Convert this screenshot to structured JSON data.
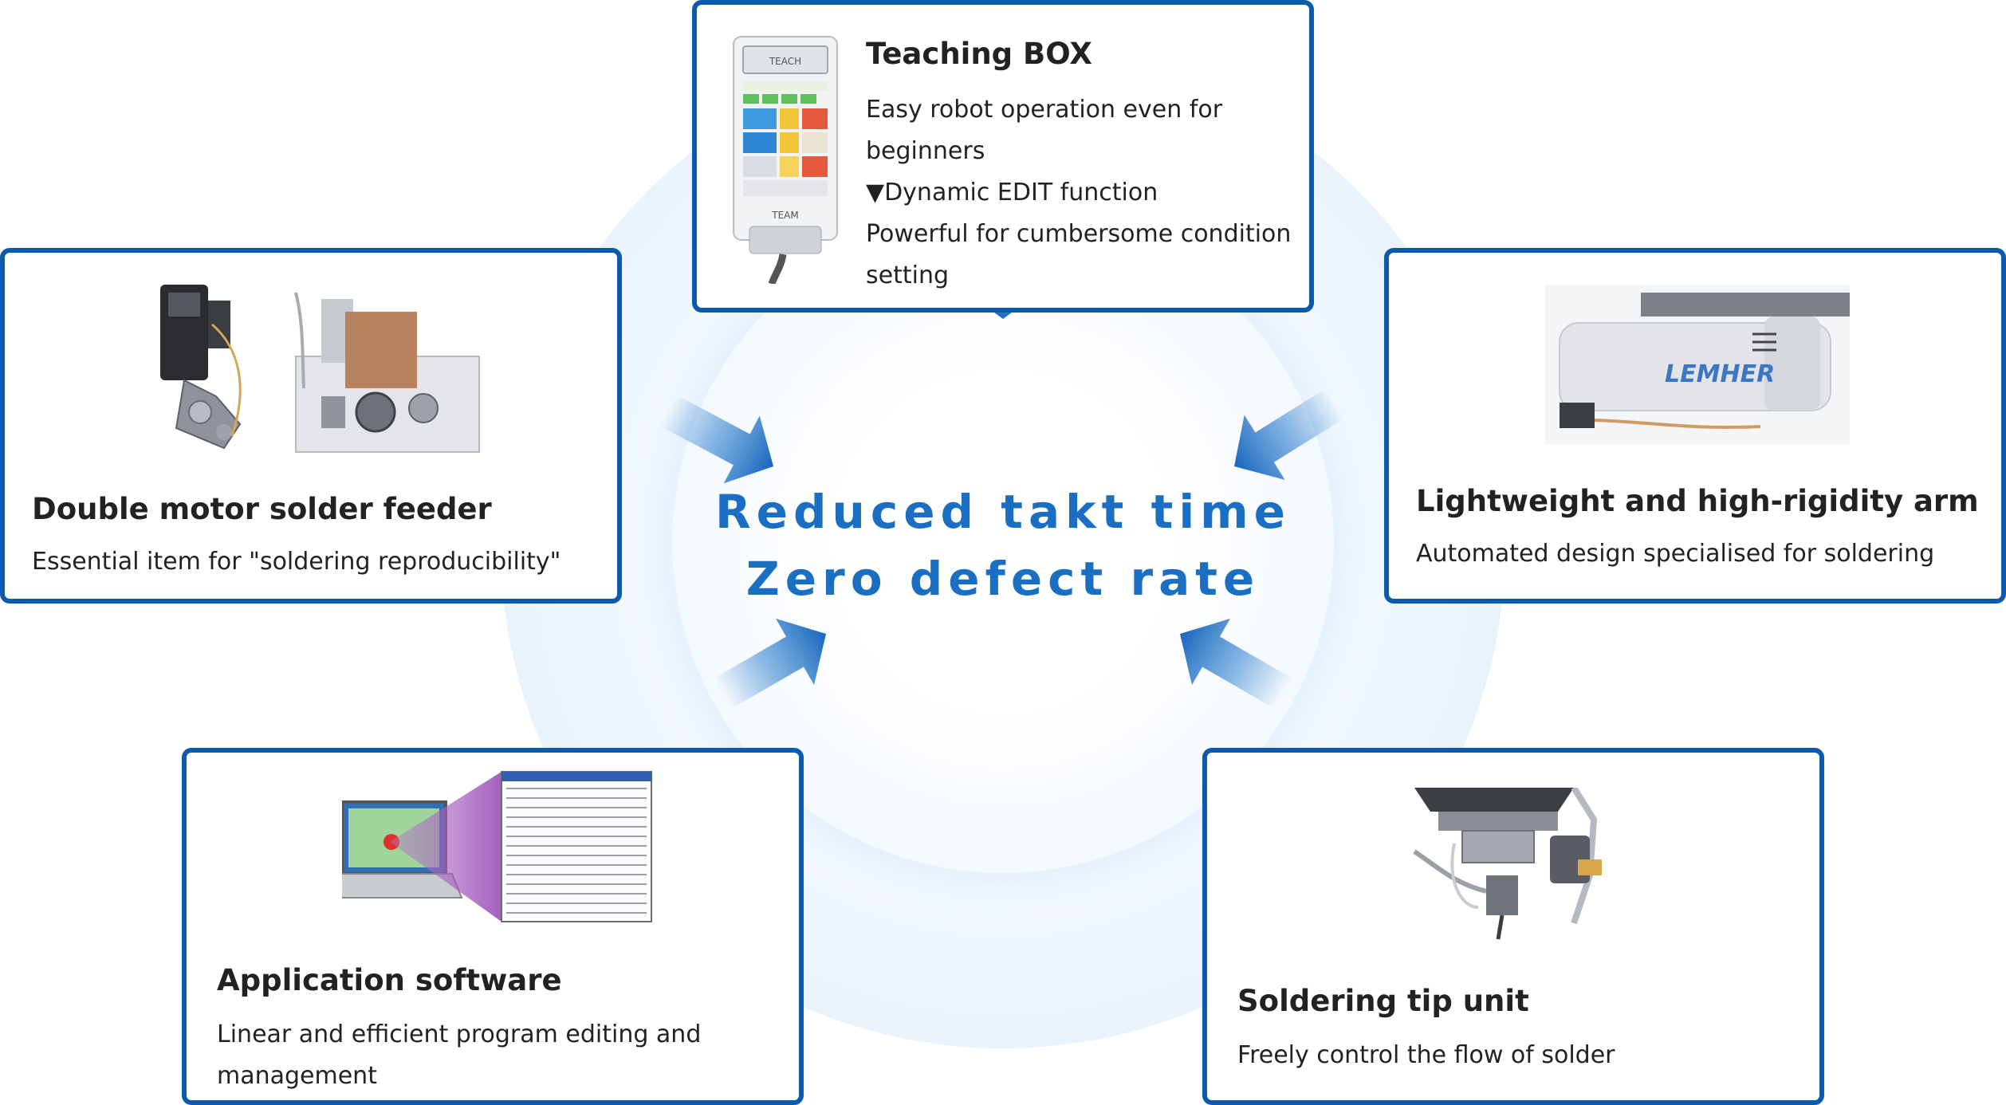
{
  "center": {
    "line1": "Reduced takt time",
    "line2": "Zero defect rate"
  },
  "colors": {
    "card_border": "#0b5aac",
    "center_text": "#1b6fc2",
    "arrow": "#1f73c6"
  },
  "cards": {
    "teaching_box": {
      "title": "Teaching BOX",
      "desc1": "Easy robot operation even for",
      "desc2": "beginners",
      "desc3": "▼Dynamic EDIT function",
      "desc4": "Powerful for cumbersome condition",
      "desc5": "setting",
      "screen_label": "TEACH",
      "brand": "TEAM"
    },
    "solder_feeder": {
      "title": "Double motor solder feeder",
      "desc": "Essential item for \"soldering reproducibility\""
    },
    "arm": {
      "title": "Lightweight and high-rigidity arm",
      "desc": "Automated design specialised for soldering",
      "logo": "LEMHER"
    },
    "software": {
      "title": "Application software",
      "desc1": "Linear and efficient program editing and",
      "desc2": "management"
    },
    "tip_unit": {
      "title": "Soldering tip unit",
      "desc": "Freely control the flow of solder"
    }
  }
}
